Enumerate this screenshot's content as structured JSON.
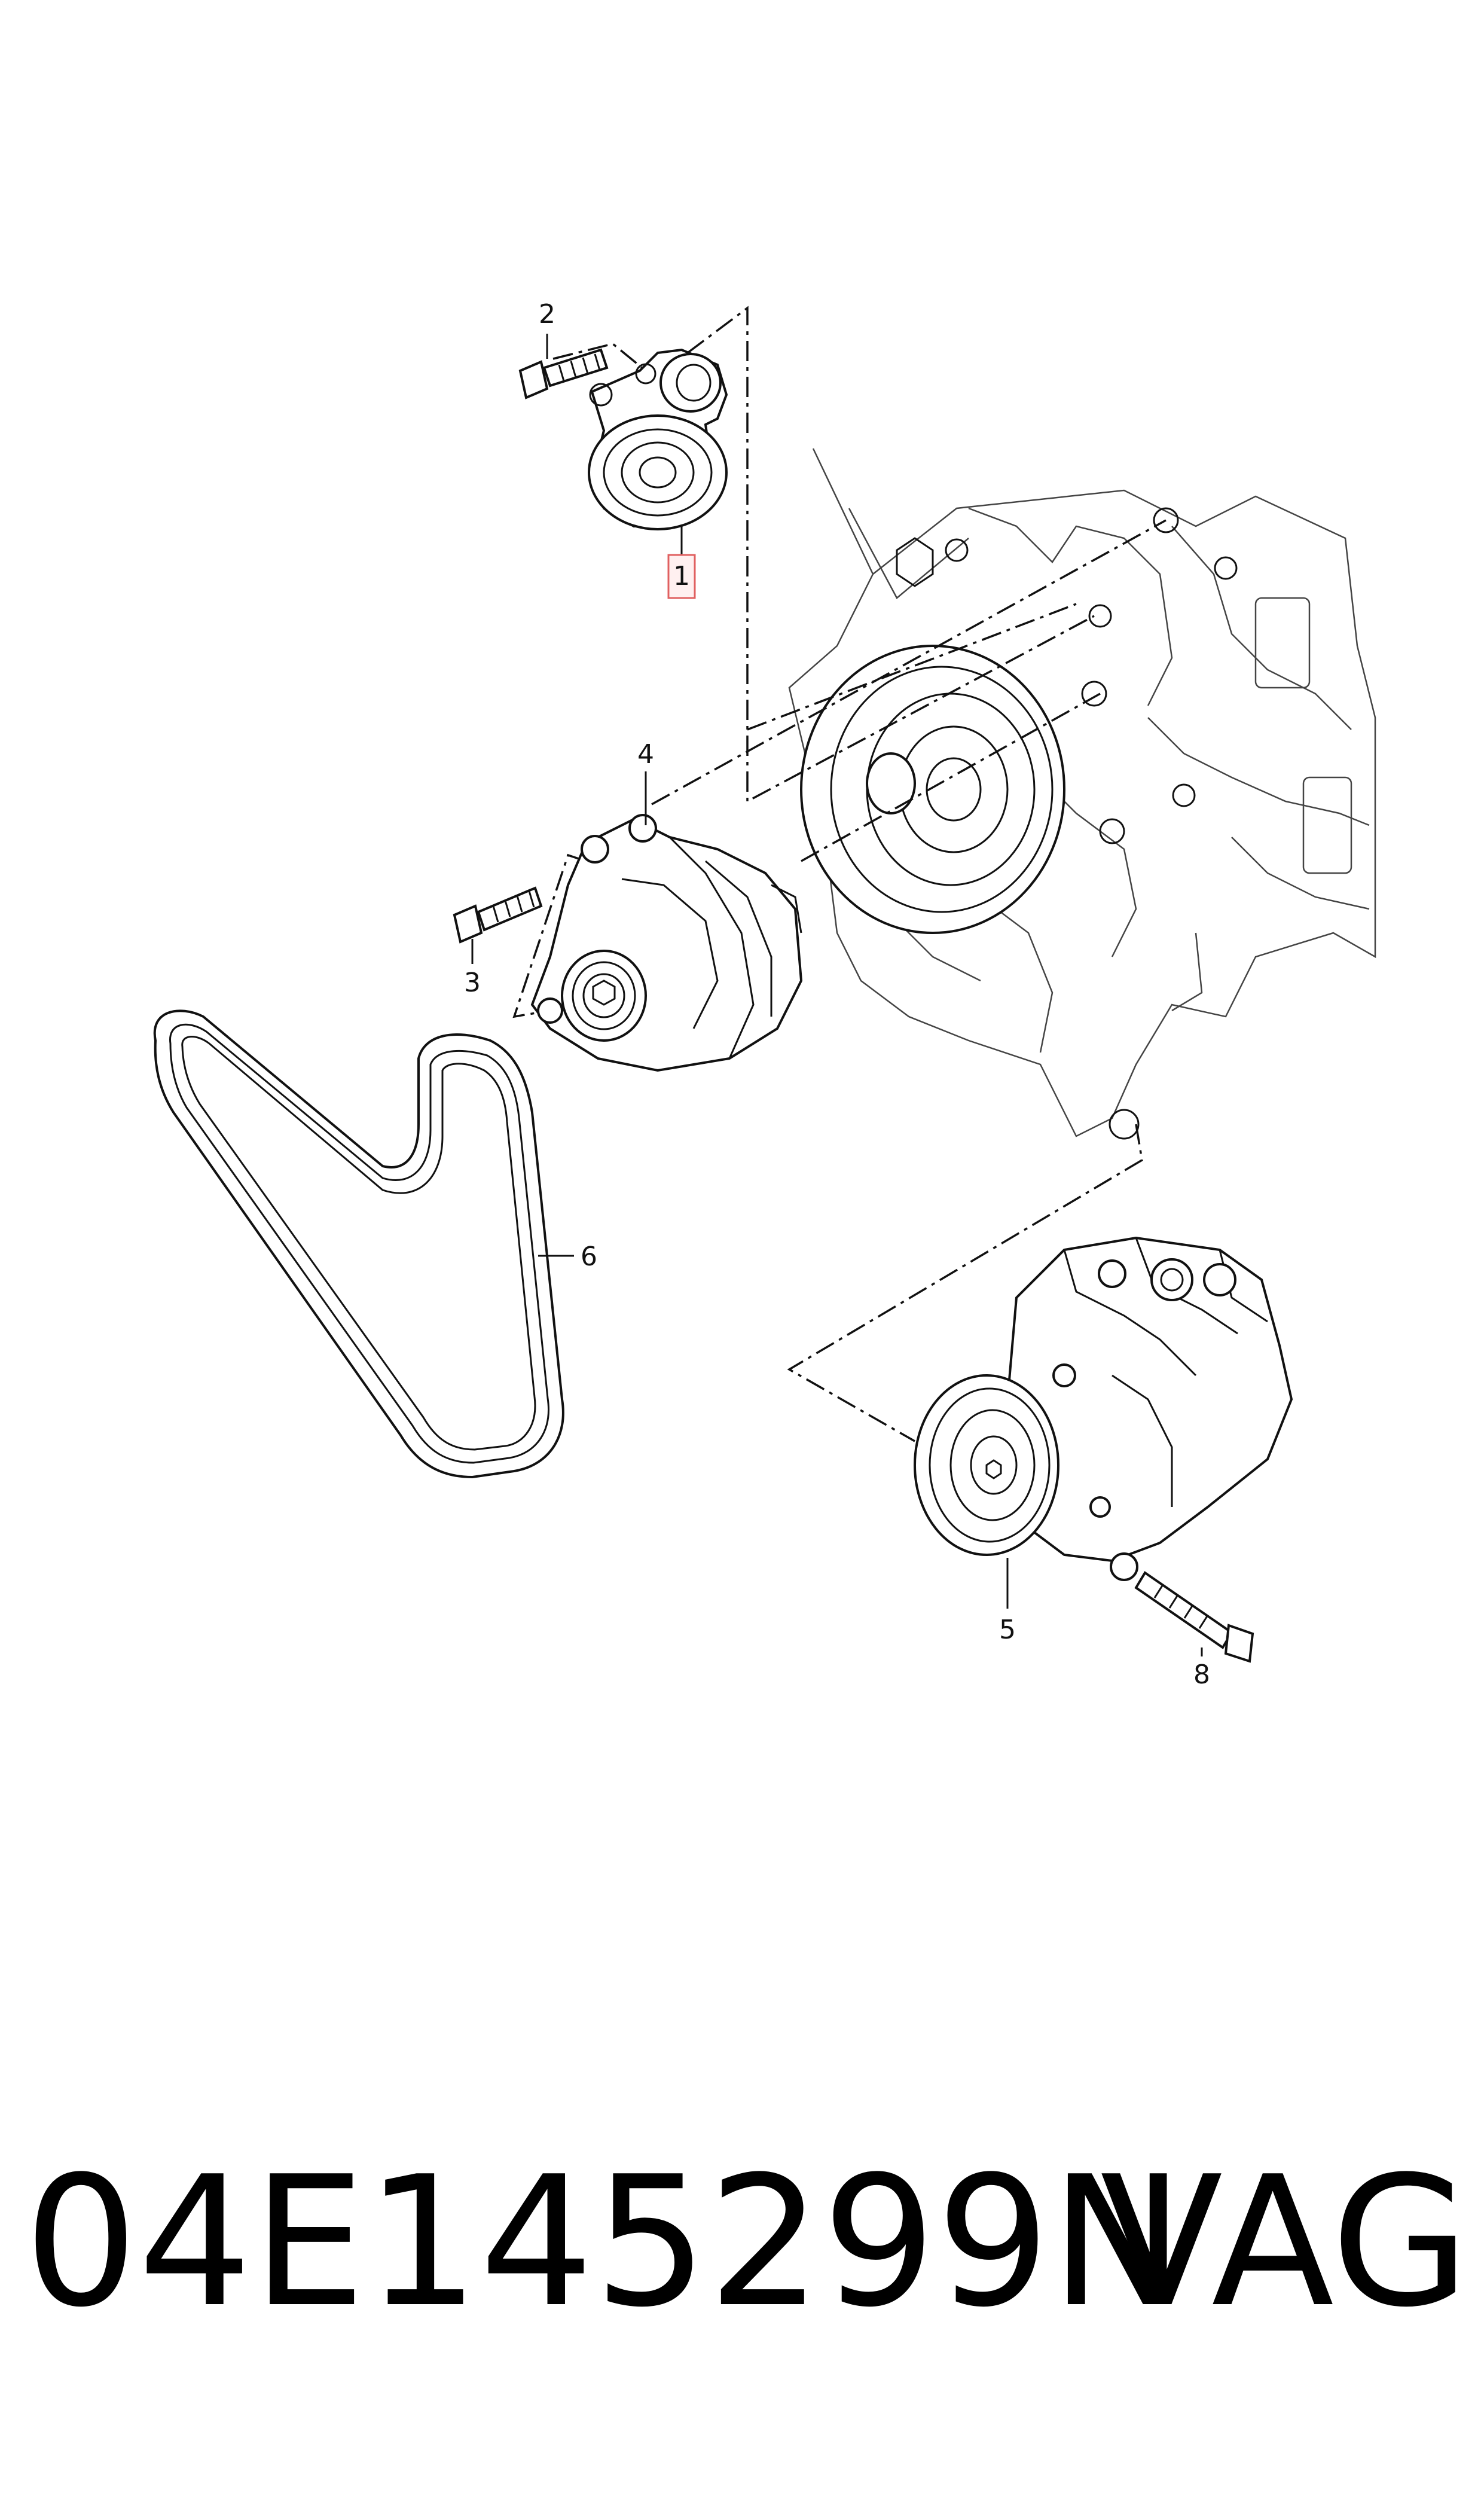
{
  "diagram": {
    "callouts": {
      "c1": "1",
      "c2": "2",
      "c3": "3",
      "c4": "4",
      "c5": "5",
      "c6": "6",
      "c8": "8"
    },
    "highlighted_callout": "1",
    "highlight_color": "#e06060"
  },
  "footer": {
    "part_number": "04E145299N",
    "brand": "VAG"
  }
}
